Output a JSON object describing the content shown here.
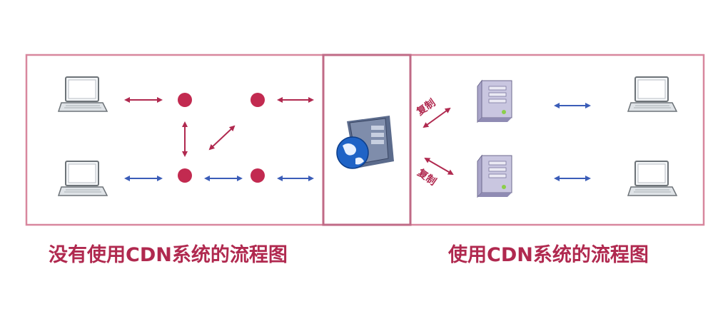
{
  "colors": {
    "frame": "#d8879e",
    "accent": "#b0294f",
    "blue": "#3b5db8"
  },
  "captions": {
    "without_cdn": "没有使用CDN系统的流程图",
    "with_cdn": "使用CDN系统的流程图"
  },
  "labels": {
    "copy_top": "复制",
    "copy_bottom": "复制"
  },
  "icons": {
    "laptop": "laptop-icon",
    "server": "server-tower-icon",
    "origin": "globe-server-icon",
    "node": "network-node-dot"
  }
}
